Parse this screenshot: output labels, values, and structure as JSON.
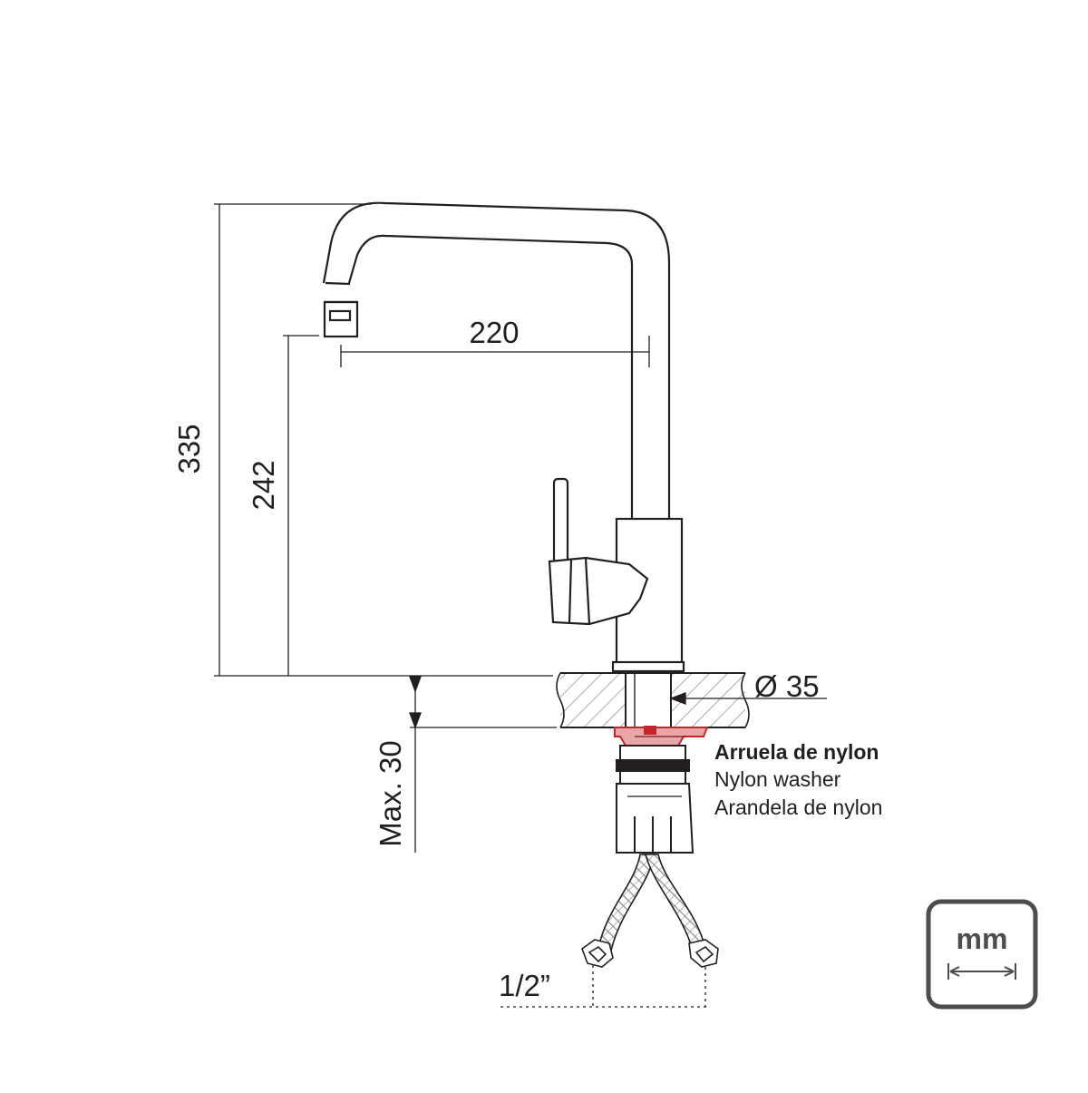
{
  "dimensions": {
    "height_total": "335",
    "height_spout": "242",
    "reach": "220",
    "diameter": "Ø 35",
    "max_thickness": "Max. 30",
    "hose_thread": "1/2”"
  },
  "washer_label": {
    "line1": "Arruela de nylon",
    "line2": "Nylon washer",
    "line3": "Arandela de nylon"
  },
  "unit_badge": {
    "unit": "mm",
    "icon": "double-arrow-icon"
  },
  "colors": {
    "line": "#231f20",
    "washer": "#c1272d",
    "badge_border": "#4d4d4d",
    "hatch": "#6d6e71"
  }
}
